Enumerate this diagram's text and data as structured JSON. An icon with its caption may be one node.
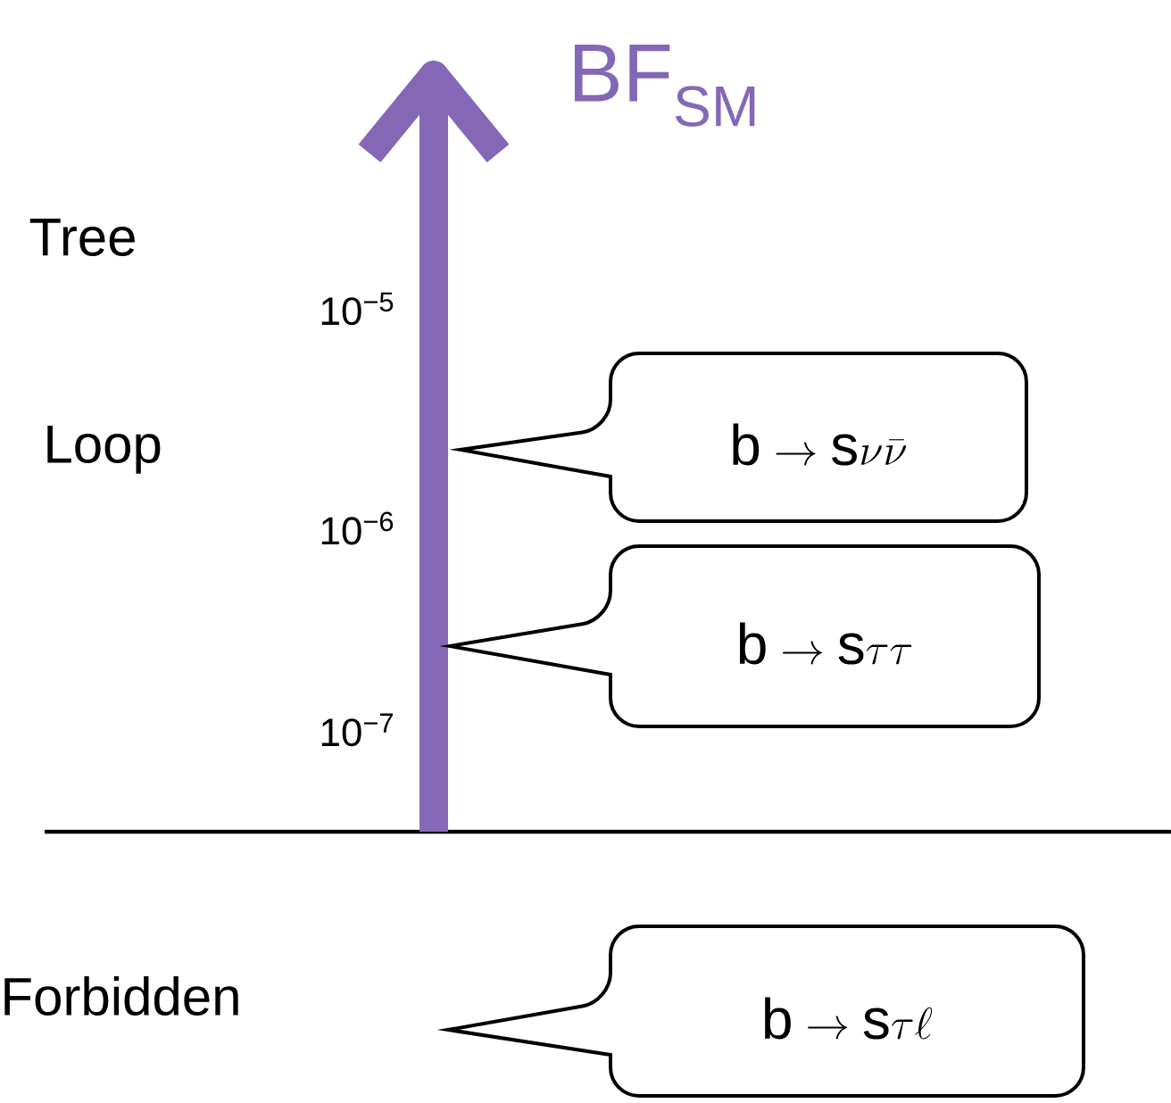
{
  "diagram": {
    "nodes": [
      {
        "text": [
          "\\mathrm{b}\\rightarrow\\mathrm{s}\\nu\\bar{\\nu}"
        ]
      },
      {
        "text": [
          "\\mathrm{b}\\rightarrow\\mathrm{s}\\tau\\tau"
        ]
      },
      {
        "text": [
          "\\mathrm{b}\\rightarrow\\mathrm{s}\\tau\\ell"
        ]
      }
    ],
    "labels": [
      "BF$_{SM}$",
      "Tree",
      "10$^{−5}$",
      "Loop",
      "10$^{−6}$",
      "10$^{−7}$",
      "Forbidden"
    ]
  }
}
